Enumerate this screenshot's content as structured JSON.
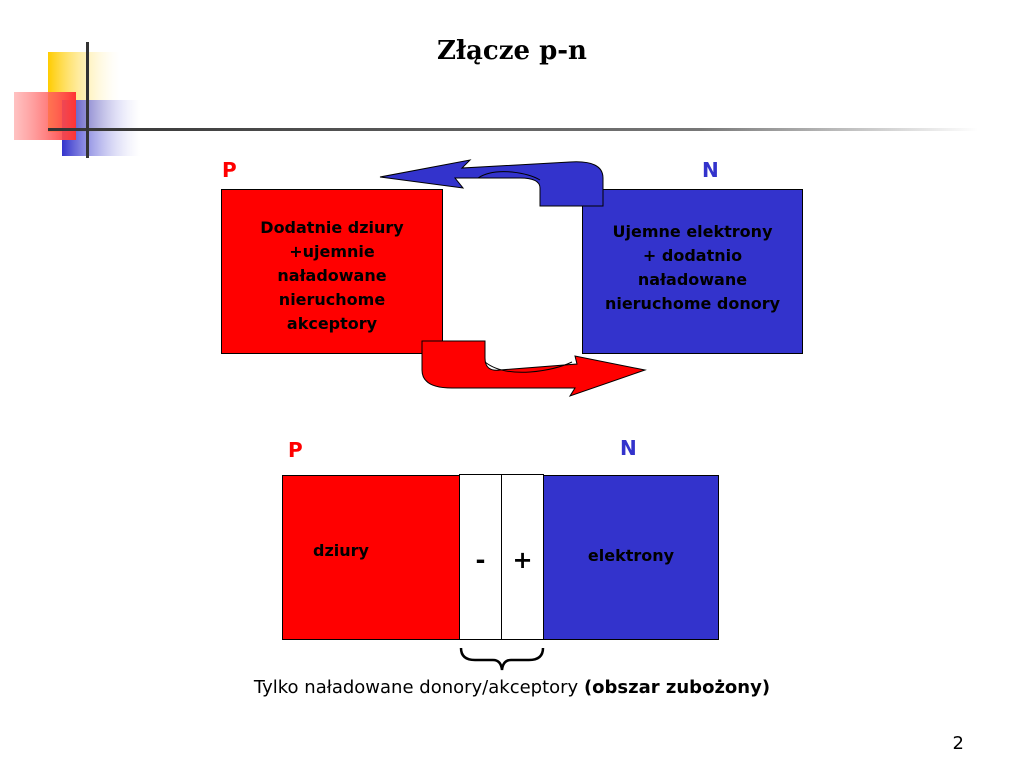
{
  "title": "Złącze p-n",
  "colors": {
    "p_region": "#ff0000",
    "n_region": "#3333cc",
    "depletion": "#ffffff",
    "deco_yellow": "#ffcc00",
    "deco_red": "#ff3333",
    "deco_blue": "#3333cc"
  },
  "top_diagram": {
    "p_label": "P",
    "n_label": "N",
    "p_text": [
      "Dodatnie dziury",
      "+ujemnie",
      "naładowane",
      "nieruchome",
      "akceptory"
    ],
    "n_text": [
      "Ujemne elektrony",
      "+ dodatnio",
      "naładowane",
      "nieruchome donory"
    ]
  },
  "bottom_diagram": {
    "p_label": "P",
    "n_label": "N",
    "p_text": "dziury",
    "n_text": "elektrony",
    "minus": "-",
    "plus": "+"
  },
  "caption": {
    "normal": "Tylko naładowane donory/akceptory ",
    "bold": "(obszar zubożony)"
  },
  "page_number": "2"
}
